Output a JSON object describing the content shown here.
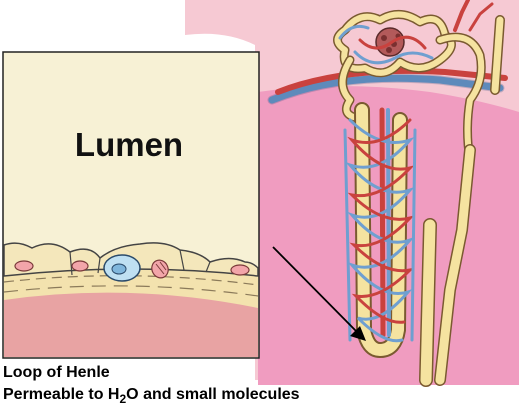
{
  "panel_label": "Lumen",
  "caption": {
    "title": "Loop of Henle",
    "line2_before": "Permeable to H",
    "line2_sub": "2",
    "line2_after": "O and small molecules"
  },
  "colors": {
    "tissue_pink": "#f6c9d3",
    "medulla_pink": "#f09cc0",
    "tubule_yellow": "#f5e3a0",
    "vessel_red": "#c9423e",
    "vessel_blue": "#6f9fd0",
    "panel_bg": "#f7f1d5",
    "cell_pink": "#f2a5a9",
    "nucleus_blue": "#7fb6dc"
  }
}
